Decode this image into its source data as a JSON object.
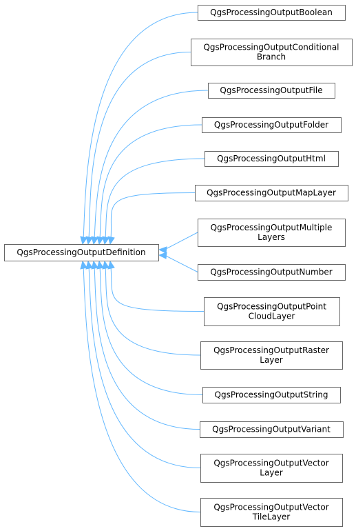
{
  "base": {
    "name": "base-class-node",
    "lines": [
      "QgsProcessingOutputDefinition"
    ]
  },
  "derived": [
    {
      "name": "class-node-boolean",
      "lines": [
        "QgsProcessingOutputBoolean"
      ]
    },
    {
      "name": "class-node-conditional-branch",
      "lines": [
        "QgsProcessingOutputConditional",
        "Branch"
      ]
    },
    {
      "name": "class-node-file",
      "lines": [
        "QgsProcessingOutputFile"
      ]
    },
    {
      "name": "class-node-folder",
      "lines": [
        "QgsProcessingOutputFolder"
      ]
    },
    {
      "name": "class-node-html",
      "lines": [
        "QgsProcessingOutputHtml"
      ]
    },
    {
      "name": "class-node-map-layer",
      "lines": [
        "QgsProcessingOutputMapLayer"
      ]
    },
    {
      "name": "class-node-multiple-layers",
      "lines": [
        "QgsProcessingOutputMultiple",
        "Layers"
      ]
    },
    {
      "name": "class-node-number",
      "lines": [
        "QgsProcessingOutputNumber"
      ]
    },
    {
      "name": "class-node-point-cloud-layer",
      "lines": [
        "QgsProcessingOutputPoint",
        "CloudLayer"
      ]
    },
    {
      "name": "class-node-raster-layer",
      "lines": [
        "QgsProcessingOutputRaster",
        "Layer"
      ]
    },
    {
      "name": "class-node-string",
      "lines": [
        "QgsProcessingOutputString"
      ]
    },
    {
      "name": "class-node-variant",
      "lines": [
        "QgsProcessingOutputVariant"
      ]
    },
    {
      "name": "class-node-vector-layer",
      "lines": [
        "QgsProcessingOutputVector",
        "Layer"
      ]
    },
    {
      "name": "class-node-vector-tile-layer",
      "lines": [
        "QgsProcessingOutputVector",
        "TileLayer"
      ]
    }
  ],
  "colors": {
    "edge": "#63b8ff",
    "box_border": "#666666",
    "text": "#000000"
  }
}
